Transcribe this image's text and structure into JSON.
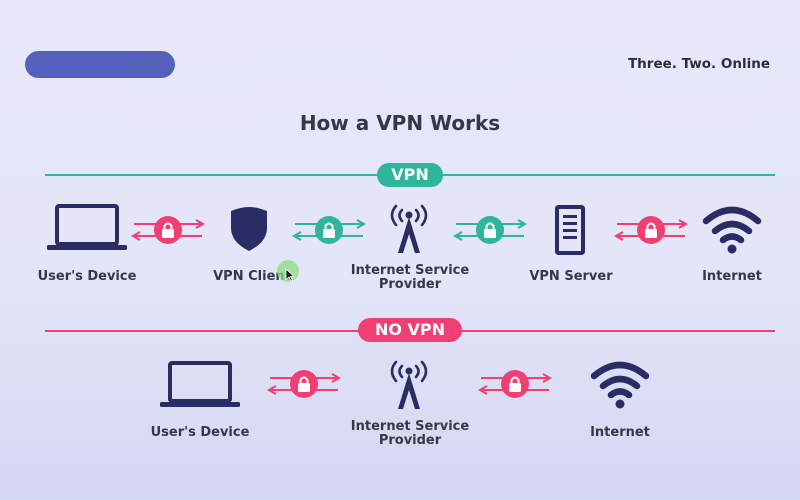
{
  "header": {
    "brand": "Three. Two. Online",
    "title": "How a VPN Works"
  },
  "colors": {
    "vpn_accent": "#2fb59a",
    "novpn_accent": "#ef3f73",
    "icon_dark": "#2a2c63",
    "label_pill": "#5461bd"
  },
  "icons": [
    "laptop-icon",
    "shield-icon",
    "antenna-icon",
    "server-icon",
    "wifi-icon",
    "lock-icon"
  ],
  "vpn_row": {
    "badge": "VPN",
    "nodes": [
      {
        "label": "User's Device",
        "icon": "laptop-icon"
      },
      {
        "label": "VPN Client",
        "icon": "shield-icon"
      },
      {
        "label": "Internet Service\nProvider",
        "icon": "antenna-icon"
      },
      {
        "label": "VPN Server",
        "icon": "server-icon"
      },
      {
        "label": "Internet",
        "icon": "wifi-icon"
      }
    ],
    "connection_colors": [
      "#ef3f73",
      "#2fb59a",
      "#2fb59a",
      "#ef3f73"
    ]
  },
  "novpn_row": {
    "badge": "NO VPN",
    "nodes": [
      {
        "label": "User's Device",
        "icon": "laptop-icon"
      },
      {
        "label": "Internet Service\nProvider",
        "icon": "antenna-icon"
      },
      {
        "label": "Internet",
        "icon": "wifi-icon"
      }
    ],
    "connection_colors": [
      "#ef3f73",
      "#ef3f73"
    ]
  }
}
